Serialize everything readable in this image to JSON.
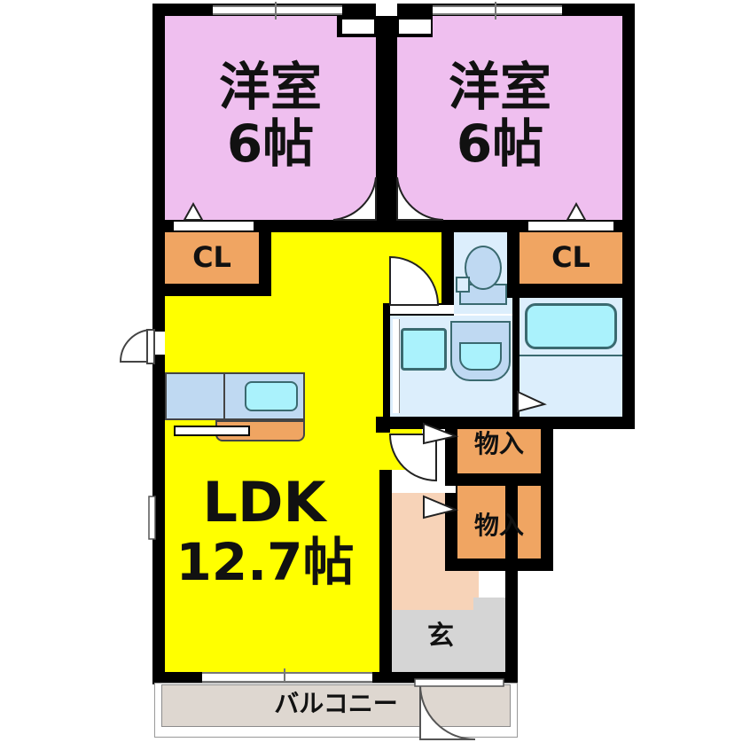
{
  "document": {
    "type": "japanese-apartment-floor-plan",
    "title": "間取り図",
    "background_color": "#ffffff"
  },
  "palette": {
    "wall": "#000000",
    "bedroom_pink": "#efbfef",
    "ldk_yellow": "#ffff00",
    "closet_orange": "#f0a562",
    "water_blue": "#dceefc",
    "fixture_cyan": "#aaf2fc",
    "counter_blue": "#bfd9f2",
    "hall_peach": "#f7d3b8",
    "entry_gray": "#d5d5d5",
    "balcony_gray": "#ded7d0",
    "balcony_outline": "#888888",
    "line_gray": "#666666",
    "white": "#ffffff"
  },
  "rooms": [
    {
      "id": "bedroom-left",
      "label": "洋室",
      "size_label": "6帖",
      "color": "#efbfef",
      "kind": "western-style-room"
    },
    {
      "id": "bedroom-right",
      "label": "洋室",
      "size_label": "6帖",
      "color": "#efbfef",
      "kind": "western-style-room"
    },
    {
      "id": "ldk",
      "label": "LDK",
      "size_label": "12.7帖",
      "color": "#ffff00",
      "kind": "living-dining-kitchen"
    },
    {
      "id": "balcony",
      "label": "バルコニー",
      "size_label": "",
      "color": "#ded7d0",
      "kind": "balcony"
    },
    {
      "id": "entrance",
      "label": "玄",
      "size_label": "",
      "color": "#d5d5d5",
      "kind": "entrance"
    }
  ],
  "closets": [
    {
      "id": "closet-left",
      "label": "CL",
      "color": "#f0a562"
    },
    {
      "id": "closet-right",
      "label": "CL",
      "color": "#f0a562"
    },
    {
      "id": "storage-upper",
      "label": "物入",
      "color": "#f0a562"
    },
    {
      "id": "storage-lower",
      "label": "物入",
      "color": "#f0a562"
    }
  ],
  "fixtures": [
    {
      "id": "toilet",
      "name": "toilet-fixture"
    },
    {
      "id": "washbasin",
      "name": "washbasin-fixture"
    },
    {
      "id": "washing-machine",
      "name": "washing-machine-space"
    },
    {
      "id": "bathtub",
      "name": "bathtub-fixture"
    },
    {
      "id": "kitchen-sink",
      "name": "kitchen-sink-fixture"
    },
    {
      "id": "kitchen-counter",
      "name": "kitchen-counter"
    },
    {
      "id": "stove",
      "name": "stove-range"
    }
  ],
  "labels": {
    "bedroom_left_name": "洋室",
    "bedroom_left_size": "6帖",
    "bedroom_right_name": "洋室",
    "bedroom_right_size": "6帖",
    "ldk_name": "LDK",
    "ldk_size": "12.7帖",
    "closet_left": "CL",
    "closet_right": "CL",
    "storage_upper": "物入",
    "storage_lower": "物入",
    "entrance": "玄",
    "balcony": "バルコニー"
  },
  "openings": [
    {
      "id": "window-bedroom-left-north",
      "type": "sliding-window"
    },
    {
      "id": "window-bedroom-right-north",
      "type": "sliding-window"
    },
    {
      "id": "door-bedroom-left",
      "type": "hinged-door"
    },
    {
      "id": "door-bedroom-right",
      "type": "hinged-door"
    },
    {
      "id": "door-toilet",
      "type": "hinged-door"
    },
    {
      "id": "door-ldk-west",
      "type": "hinged-door"
    },
    {
      "id": "door-hall-ldk",
      "type": "hinged-door"
    },
    {
      "id": "door-entrance",
      "type": "hinged-door"
    },
    {
      "id": "door-washroom",
      "type": "sliding-door"
    },
    {
      "id": "door-bath",
      "type": "folding-door"
    },
    {
      "id": "window-balcony",
      "type": "sliding-window"
    }
  ]
}
